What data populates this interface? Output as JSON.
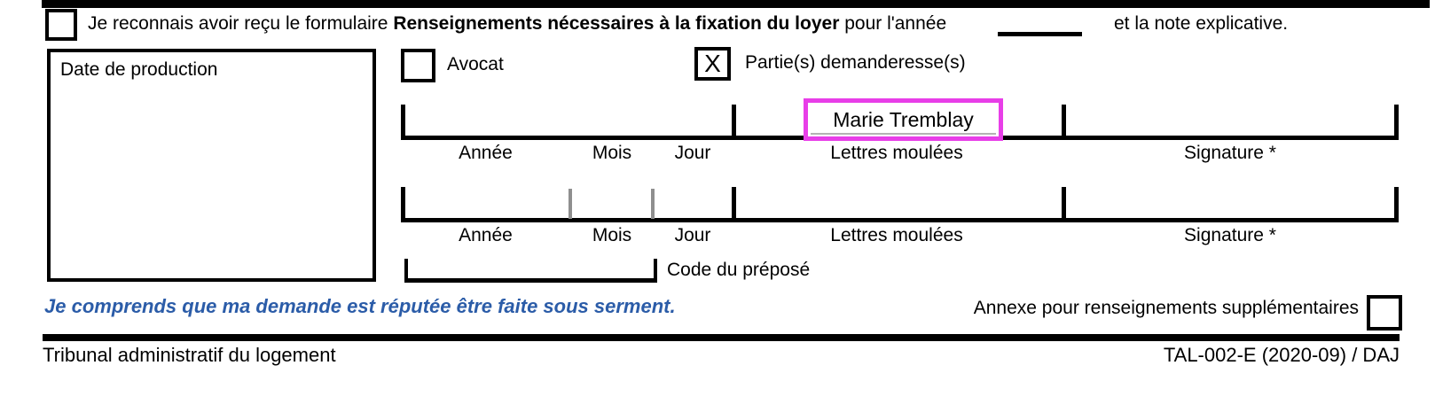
{
  "colors": {
    "highlight_magenta": "#e83ee8",
    "oath_blue": "#2b5ca8",
    "gray_tick": "#8f8f8f"
  },
  "acknowledgment": {
    "checkbox_checked": false,
    "text_regular_1": "Je reconnais avoir reçu le formulaire ",
    "text_bold": "Renseignements nécessaires à la fixation du loyer",
    "text_regular_2": " pour l'année",
    "year_value": "",
    "text_regular_3": "et la note explicative."
  },
  "date_production_box": {
    "label": "Date de production",
    "value": ""
  },
  "role_checkboxes": {
    "avocat": {
      "label": "Avocat",
      "checked": false,
      "mark": ""
    },
    "partie_demanderesse": {
      "label": "Partie(s) demanderesse(s)",
      "checked": true,
      "mark": "X"
    }
  },
  "signature_rows": [
    {
      "annee_label": "Année",
      "mois_label": "Mois",
      "jour_label": "Jour",
      "lettres_moulees_label": "Lettres moulées",
      "lettres_moulees_value": "Marie Tremblay",
      "signature_label": "Signature *",
      "signature_value": "",
      "highlighted": true
    },
    {
      "annee_label": "Année",
      "mois_label": "Mois",
      "jour_label": "Jour",
      "lettres_moulees_label": "Lettres moulées",
      "lettres_moulees_value": "",
      "signature_label": "Signature *",
      "signature_value": "",
      "highlighted": false
    }
  ],
  "code_prepose": {
    "label": "Code du préposé",
    "value": ""
  },
  "oath_statement": "Je comprends que ma demande est réputée être faite sous serment.",
  "annexe": {
    "label": "Annexe pour renseignements supplémentaires",
    "checked": false
  },
  "footer": {
    "organization": "Tribunal administratif du logement",
    "form_number": "TAL-002-E (2020-09) / DAJ"
  }
}
